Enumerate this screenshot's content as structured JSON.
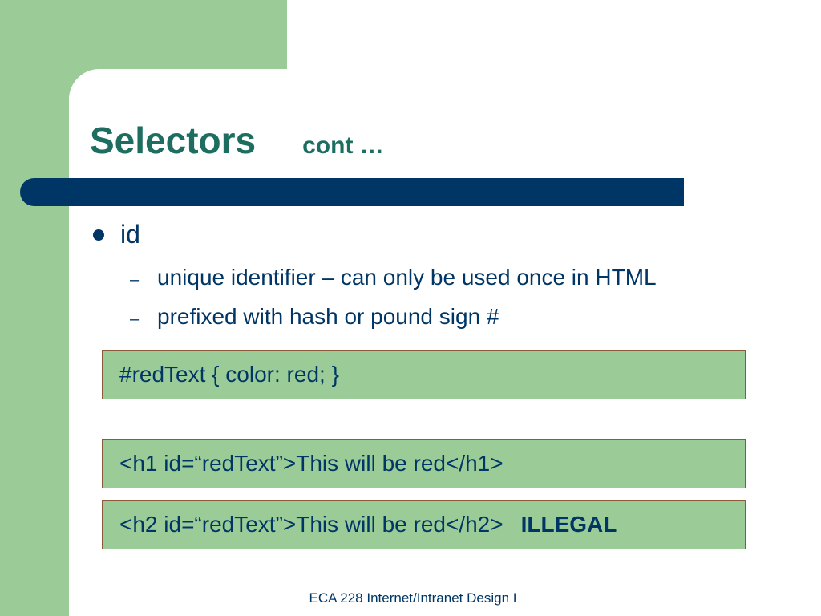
{
  "slide": {
    "title": "Selectors",
    "subtitle": "cont …",
    "bullet": "id",
    "sub_points": [
      "unique identifier –  can only be used once in HTML",
      "prefixed with hash or pound sign  #"
    ],
    "code_boxes": [
      {
        "code": "#redText { color: red; }",
        "note": ""
      },
      {
        "code": "<h1 id=“redText”>This will be red</h1>",
        "note": ""
      },
      {
        "code": "<h2 id=“redText”>This will be red</h2>",
        "note": "ILLEGAL"
      }
    ],
    "footer": "ECA 228  Internet/Intranet Design I"
  },
  "colors": {
    "accent_green": "#9bcc98",
    "title_teal": "#1d6e60",
    "navy": "#003665"
  },
  "icons": {
    "bullet": "filled-circle-bullet-icon",
    "sub_bullet": "dash-bullet-icon"
  }
}
